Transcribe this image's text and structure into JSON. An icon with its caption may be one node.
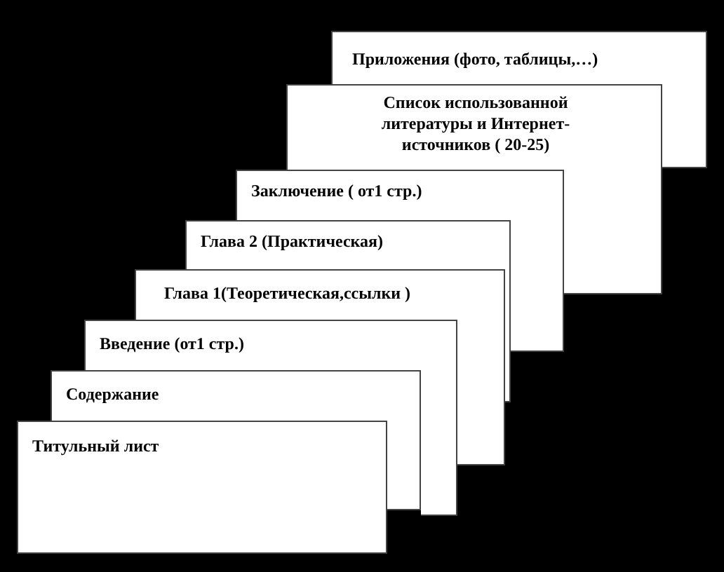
{
  "diagram": {
    "nodes": [
      {
        "text": [
          "Приложения (фото, таблицы,…)"
        ]
      },
      {
        "text": [
          "Список использованной литературы и Интернет-источников ( 20-25)"
        ]
      },
      {
        "text": [
          "Заключение ( от1 стр.)"
        ]
      },
      {
        "text": [
          "Глава 2 (Практическая)"
        ]
      },
      {
        "text": [
          "Глава 1(Теоретическая,ссылки )"
        ]
      },
      {
        "text": [
          "Введение (от1 стр.)"
        ]
      },
      {
        "text": [
          "Содержание"
        ]
      },
      {
        "text": [
          "Титульный лист"
        ]
      }
    ]
  }
}
